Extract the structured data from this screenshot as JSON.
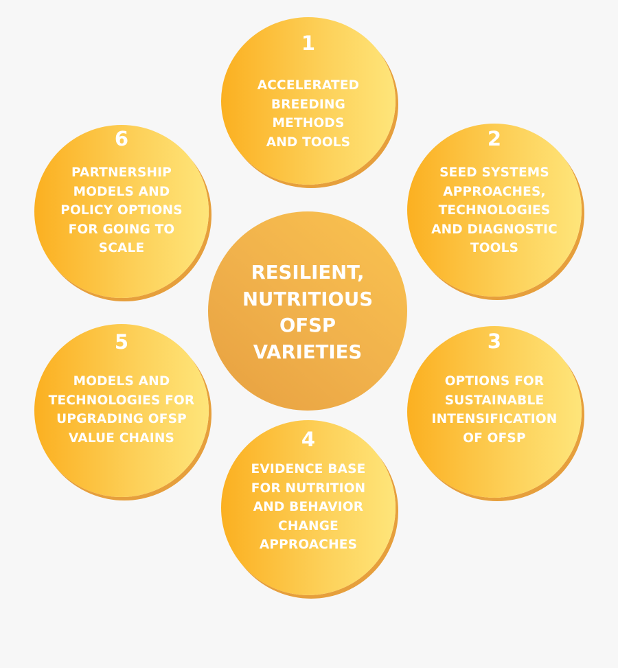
{
  "diagram": {
    "center": {
      "lines": [
        "RESILIENT,",
        "NUTRITIOUS",
        "OFSP",
        "VARIETIES"
      ]
    },
    "nodes": [
      {
        "number": "1",
        "lines": [
          "ACCELERATED",
          "BREEDING",
          "METHODS",
          "AND TOOLS"
        ]
      },
      {
        "number": "2",
        "lines": [
          "SEED SYSTEMS",
          "APPROACHES,",
          "TECHNOLOGIES",
          "AND DIAGNOSTIC",
          "TOOLS"
        ]
      },
      {
        "number": "3",
        "lines": [
          "OPTIONS FOR",
          "SUSTAINABLE",
          "INTENSIFICATION",
          "OF OFSP"
        ]
      },
      {
        "number": "4",
        "lines": [
          "EVIDENCE BASE",
          "FOR NUTRITION",
          "AND BEHAVIOR",
          "CHANGE",
          "APPROACHES"
        ]
      },
      {
        "number": "5",
        "lines": [
          "MODELS AND",
          "TECHNOLOGIES FOR",
          "UPGRADING OFSP",
          "VALUE CHAINS"
        ]
      },
      {
        "number": "6",
        "lines": [
          "PARTNERSHIP",
          "MODELS AND",
          "POLICY OPTIONS",
          "FOR GOING TO",
          "SCALE"
        ]
      }
    ],
    "colors": {
      "background": "#f7f7f7",
      "circle_light": "#fee57a",
      "circle_dark": "#fbb021",
      "center": "#f1b24c",
      "shadow": "#e69f3c",
      "text": "#ffffff"
    }
  }
}
